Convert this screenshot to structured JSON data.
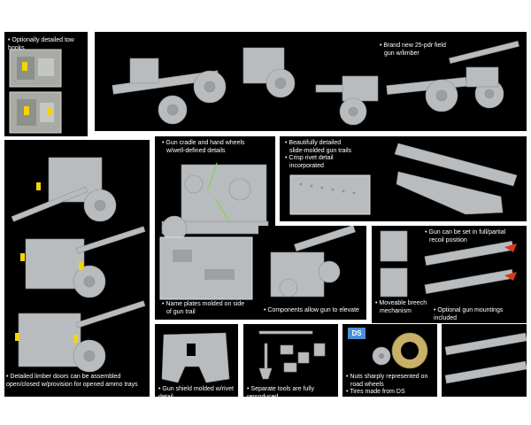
{
  "captions": {
    "tow_hooks": "Optionally detailed tow hooks",
    "field_gun": [
      "Brand new 25-pdr field",
      "gun w/limber"
    ],
    "gun_cradle": [
      "Gun cradle and hand wheels",
      "w/well-defined details"
    ],
    "gun_trails": [
      "Beautifully detailed",
      "slide-molded gun trails"
    ],
    "rivet_detail": [
      "Crisp rivet detail",
      "incorporated"
    ],
    "name_plates": [
      "Name plates molded on side",
      "of gun trail"
    ],
    "elevate": "Components allow gun to elevate",
    "breech": [
      "Moveable breech",
      "mechanism"
    ],
    "recoil": [
      "Gun can be set in full/partial",
      "recoil position"
    ],
    "mountings": "Optional gun mountings included",
    "limber_doors": [
      "Detailed limber doors can be assembled",
      "open/closed w/provision for opened ammo trays"
    ],
    "gun_shield": "Gun shield molded w/rivet detail",
    "tools": "Separate tools are fully reproduced",
    "nuts": [
      "Nuts sharply represented on",
      "road wheels"
    ],
    "tires": "Tires made from DS"
  },
  "badges": {
    "ds": "DS"
  },
  "colors": {
    "background": "#000000",
    "plastic": "#b9bcbe",
    "tire": "#c8b068",
    "accent": "#f2d600",
    "recoil_arrow": "#d63a1a"
  }
}
